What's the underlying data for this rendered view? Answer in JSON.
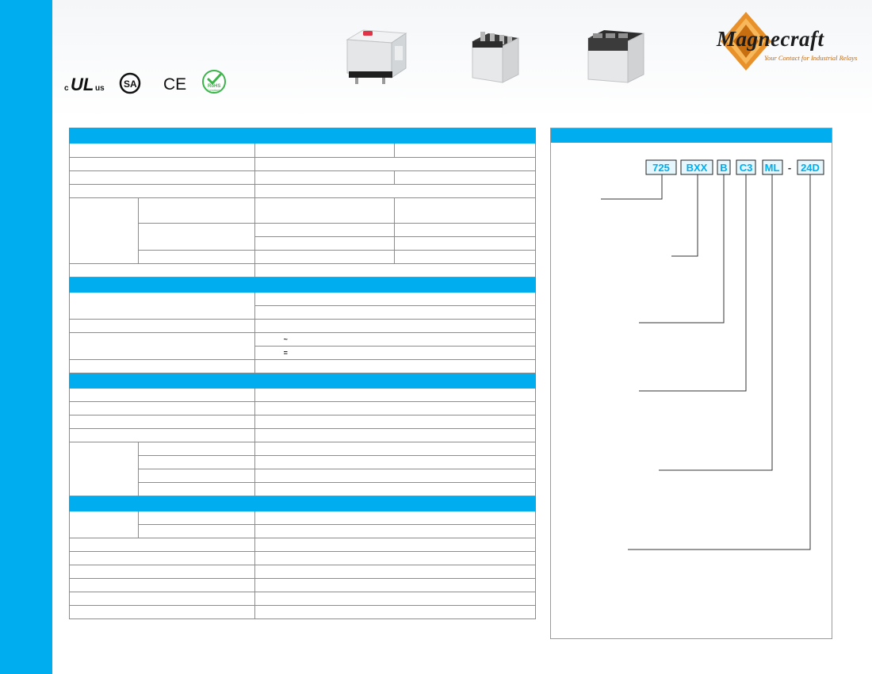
{
  "brand": {
    "name": "Magnecraft",
    "tagline": "Your Contact for Industrial Relays"
  },
  "certifications": [
    {
      "name": "c-ul-us",
      "icon": "ul-recognized-icon"
    },
    {
      "name": "csa",
      "icon": "csa-icon"
    },
    {
      "name": "ce",
      "icon": "ce-mark-icon"
    },
    {
      "name": "rohs",
      "icon": "rohs-icon"
    }
  ],
  "cert_labels": {
    "ul_c": "c",
    "ul_mark": "UL",
    "ul_us": "us",
    "csa": "SA",
    "ce": "CE",
    "rohs": "RoHS",
    "rohs_sub": "Compliant"
  },
  "products": [
    {
      "icon": "relay-photo-icon",
      "variant": "top-mount"
    },
    {
      "icon": "relay-photo-icon",
      "variant": "quick-connect"
    },
    {
      "icon": "relay-photo-icon",
      "variant": "box-lug"
    }
  ],
  "spec_symbols": {
    "ac": "~",
    "dc": "="
  },
  "ordering": {
    "segments": [
      {
        "code": "725"
      },
      {
        "code": "BXX"
      },
      {
        "code": "B"
      },
      {
        "code": "C3"
      },
      {
        "code": "ML"
      },
      {
        "code": "24D"
      }
    ],
    "separator": "-"
  },
  "colors": {
    "accent": "#00aeef",
    "logo_orange": "#e8912a",
    "rohs_green": "#3cb44a",
    "border": "#8c8c8c"
  }
}
